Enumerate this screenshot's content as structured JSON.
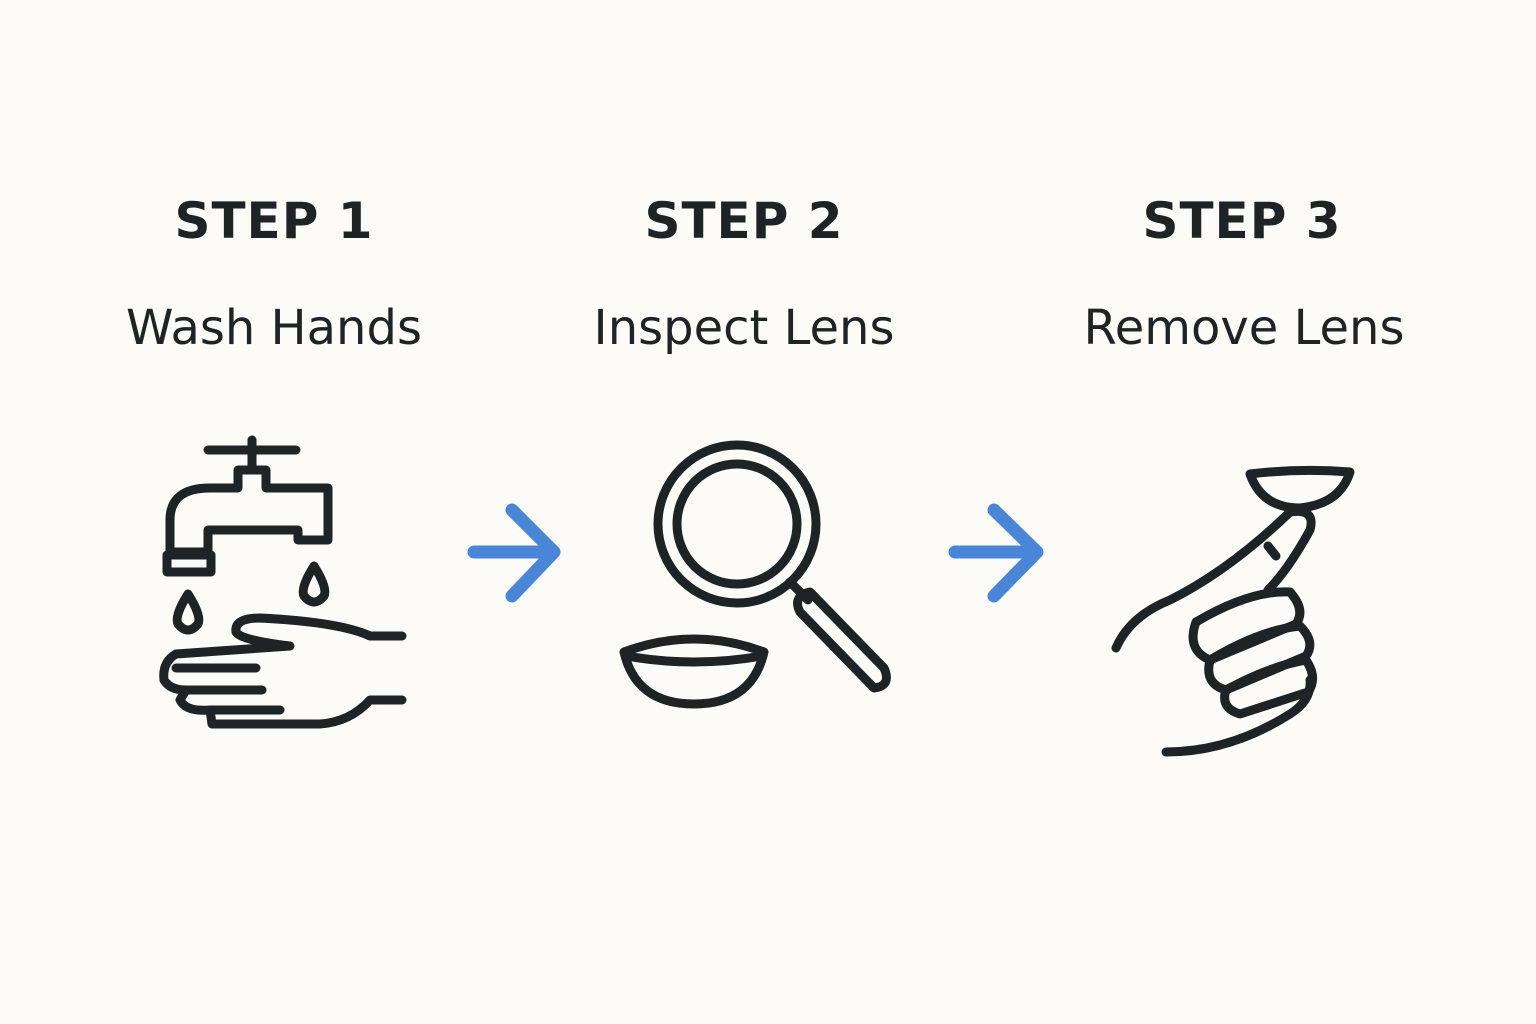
{
  "steps": [
    {
      "number": "STEP 1",
      "title": "Wash Hands",
      "icon": "faucet-hands-icon"
    },
    {
      "number": "STEP 2",
      "title": "Inspect Lens",
      "icon": "magnifier-lens-icon"
    },
    {
      "number": "STEP 3",
      "title": "Remove Lens",
      "icon": "finger-lens-icon"
    }
  ],
  "colors": {
    "text": "#1e2326",
    "arrow": "#4a86d8",
    "background": "#fcfbf7"
  }
}
